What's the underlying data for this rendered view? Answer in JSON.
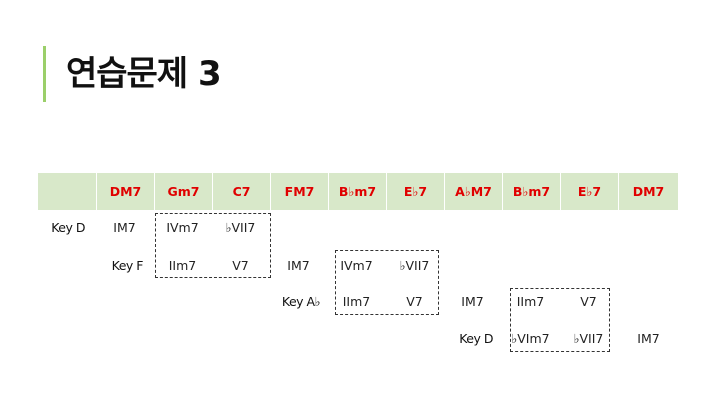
{
  "slide": {
    "title": "연습문제 3"
  },
  "header": {
    "chords": [
      "DM7",
      "Gm7",
      "C7",
      "FM7",
      "B♭m7",
      "E♭7",
      "A♭M7",
      "B♭m7",
      "E♭7",
      "DM7"
    ]
  },
  "rows": [
    {
      "key": "Key D",
      "cells": [
        "IM7",
        "IVm7",
        "♭VII7",
        "",
        "",
        "",
        "",
        "",
        "",
        ""
      ]
    },
    {
      "key": "Key F",
      "cells": [
        "",
        "IIm7",
        "V7",
        "IM7",
        "IVm7",
        "♭VII7",
        "",
        "",
        "",
        ""
      ]
    },
    {
      "key": "Key A♭",
      "cells": [
        "",
        "",
        "",
        "",
        "IIm7",
        "V7",
        "IM7",
        "IIm7",
        "V7",
        ""
      ]
    },
    {
      "key": "Key D",
      "cells": [
        "",
        "",
        "",
        "",
        "",
        "",
        "",
        "♭VIm7",
        "♭VII7",
        "IM7"
      ]
    }
  ],
  "colors": {
    "accent_bar": "#9bcf6a",
    "header_bg": "#d8e8c9",
    "chord_text": "#e00000"
  }
}
